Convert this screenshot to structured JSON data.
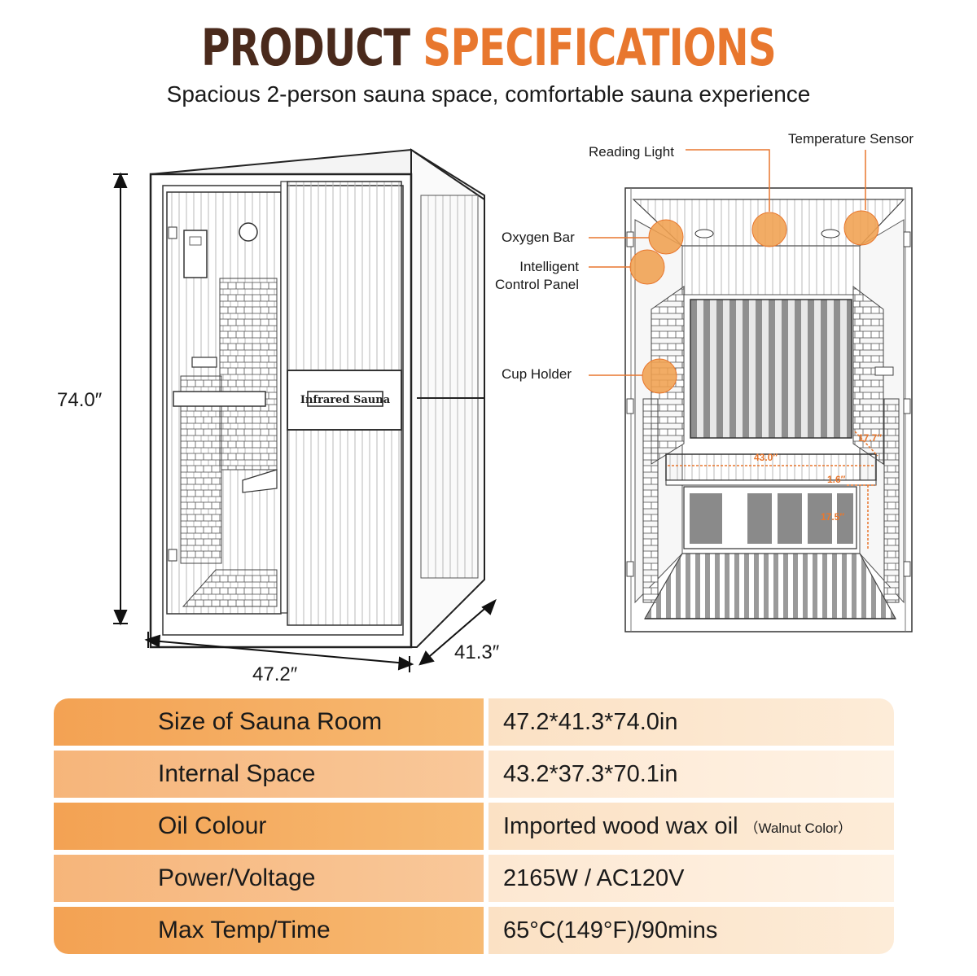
{
  "header": {
    "title_part1": "PRODUCT",
    "title_part2": "SPECIFICATIONS",
    "subtitle": "Spacious 2-person sauna space, comfortable sauna experience"
  },
  "exterior": {
    "height": "74.0″",
    "width": "47.2″",
    "depth": "41.3″",
    "badge": "Infrared Sauna"
  },
  "interior": {
    "callouts": {
      "reading_light": "Reading Light",
      "temperature_sensor": "Temperature Sensor",
      "oxygen_bar": "Oxygen Bar",
      "control_panel_line1": "Intelligent",
      "control_panel_line2": "Control Panel",
      "cup_holder": "Cup Holder"
    },
    "measures": {
      "bench_width": "43.0″",
      "bench_depth": "17.7″",
      "bench_thickness": "1.6″",
      "bench_height": "17.5″"
    }
  },
  "colors": {
    "accent": "#e8772e",
    "title_dark": "#4a2a1c"
  },
  "specs": [
    {
      "label": "Size of Sauna Room",
      "value": "47.2*41.3*74.0in",
      "note": ""
    },
    {
      "label": "Internal Space",
      "value": "43.2*37.3*70.1in",
      "note": ""
    },
    {
      "label": "Oil Colour",
      "value": "Imported wood wax oil",
      "note": "（Walnut Color）"
    },
    {
      "label": "Power/Voltage",
      "value": "2165W / AC120V",
      "note": ""
    },
    {
      "label": "Max Temp/Time",
      "value": "65°C(149°F)/90mins",
      "note": ""
    }
  ]
}
